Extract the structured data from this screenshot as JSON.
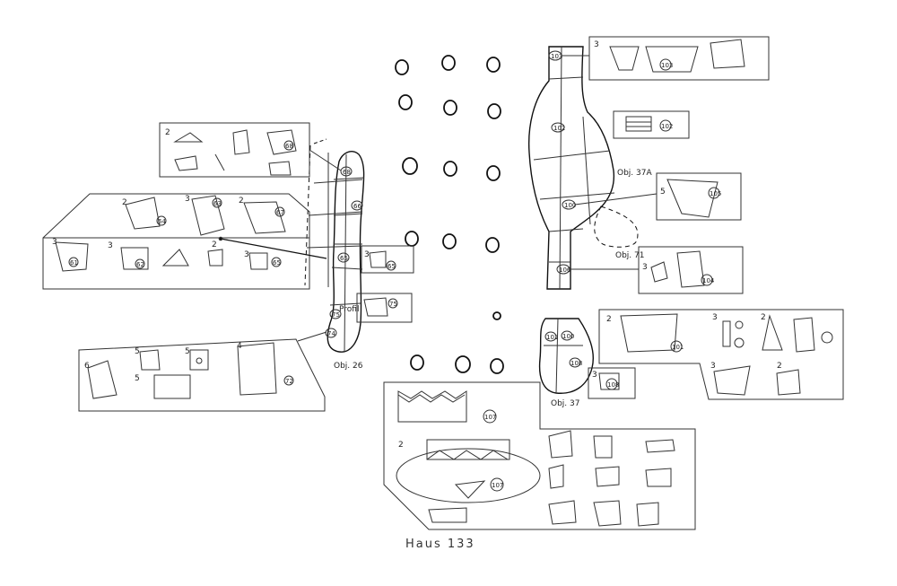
{
  "title": "Haus 133",
  "features": {
    "obj26": "Obj. 26",
    "obj37": "Obj. 37",
    "obj37a": "Obj. 37A",
    "obj71": "Obj. 71",
    "profil": "Profil"
  },
  "find_numbers": {
    "n68": "68",
    "n66": "66",
    "n65": "65",
    "n67": "67",
    "n64": "64",
    "n63": "63",
    "n61": "61",
    "n62": "62",
    "n75": "75",
    "n74": "74",
    "n73": "73",
    "n72": "72",
    "n103": "103",
    "n102": "102",
    "n101": "101",
    "n100": "100",
    "n104": "104",
    "n105": "105",
    "n106": "106",
    "n107": "107",
    "n108": "108"
  },
  "panel_digits": {
    "d2": "2",
    "d3": "3",
    "d4": "4",
    "d5": "5",
    "d6": "6"
  }
}
